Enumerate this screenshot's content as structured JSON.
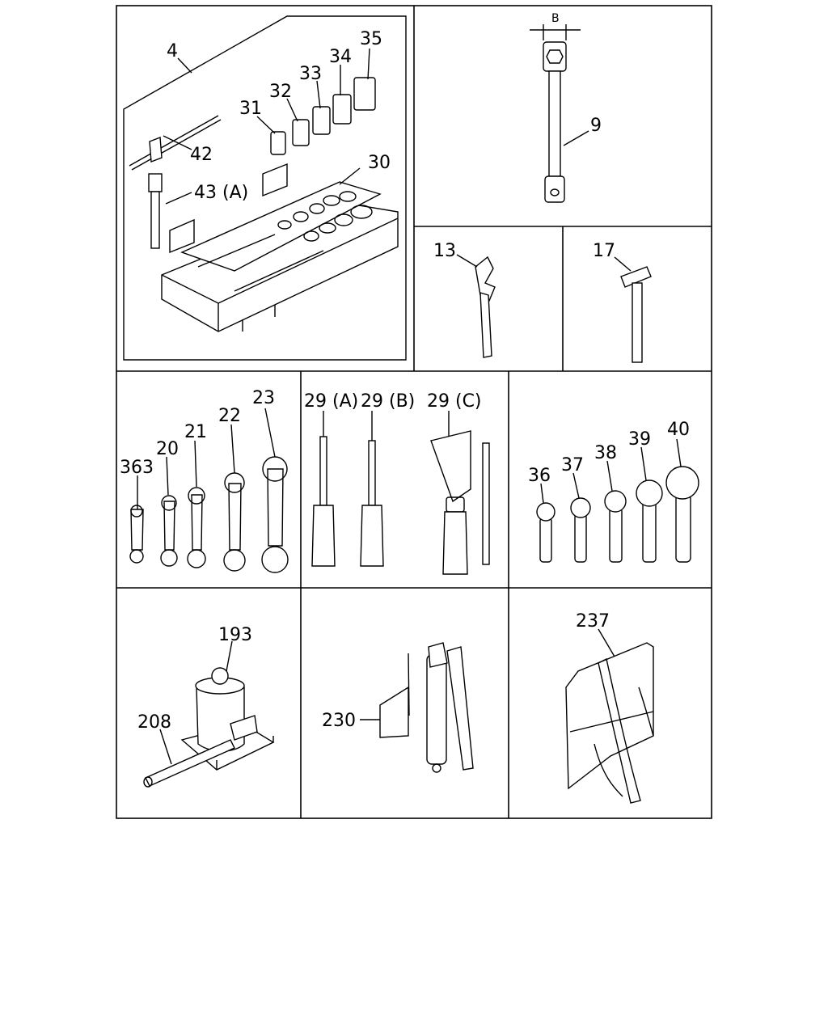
{
  "labels": {
    "p4": "4",
    "p42": "42",
    "p43": "43 (A)",
    "p30": "30",
    "p31": "31",
    "p32": "32",
    "p33": "33",
    "p34": "34",
    "p35": "35",
    "pB": "B",
    "p9": "9",
    "p13": "13",
    "p17": "17",
    "p363": "363",
    "p20": "20",
    "p21": "21",
    "p22": "22",
    "p23": "23",
    "p29a": "29 (A)",
    "p29b": "29 (B)",
    "p29c": "29 (C)",
    "p36": "36",
    "p37": "37",
    "p38": "38",
    "p39": "39",
    "p40": "40",
    "p193": "193",
    "p208": "208",
    "p230": "230",
    "p237": "237"
  },
  "icons": {
    "socket_set_case": "toolbox-icon",
    "box_wrench": "box-wrench-icon",
    "adjustable_wrench": "adjustable-wrench-icon",
    "hammer": "hammer-icon",
    "open_end_wrenches": "open-end-wrench-icon",
    "screwdrivers": "screwdriver-icon",
    "ring_wrenches": "ring-wrench-icon",
    "bottle_jack": "jack-icon",
    "grease_gun": "grease-gun-icon",
    "tool_bag": "tool-bag-icon"
  }
}
